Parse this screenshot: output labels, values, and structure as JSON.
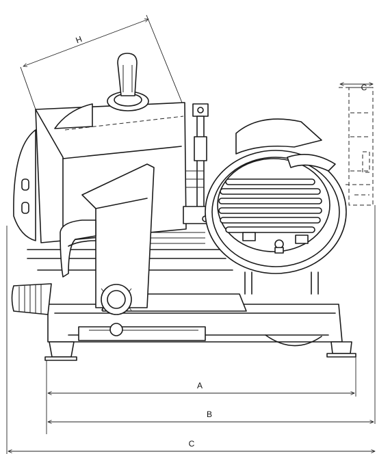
{
  "dimension_labels": {
    "a": "A",
    "b": "B",
    "c": "C",
    "h": "H",
    "side_c": "C"
  }
}
